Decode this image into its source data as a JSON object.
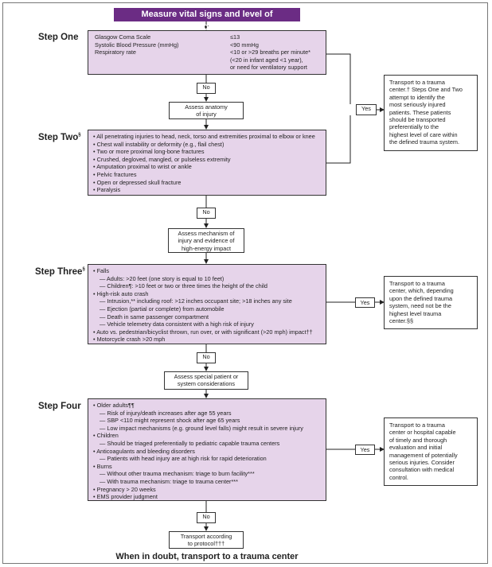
{
  "header": "Measure vital signs and level of consciousness",
  "steps": {
    "one": "Step One",
    "two": "Step Two",
    "two_sup": "§",
    "three": "Step Three",
    "three_sup": "§",
    "four": "Step Four"
  },
  "step_one": {
    "rows": [
      {
        "label": "Glasgow Coma Scale",
        "value": "≤13"
      },
      {
        "label": "Systolic Blood Pressure (mmHg)",
        "value": "<90 mmHg"
      },
      {
        "label": "Respiratory rate",
        "value": "<10 or >29 breaths per minute*"
      }
    ],
    "resp_line2": "(<20 in infant aged <1 year),",
    "resp_line3": "or need for ventilatory support"
  },
  "labels": {
    "no": "No",
    "yes": "Yes"
  },
  "assess_anatomy": [
    "Assess anatomy",
    "of injury"
  ],
  "step_two": [
    "All penetrating injuries to head, neck, torso and extremities proximal to elbow or knee",
    "Chest wall instability or deformity (e.g., flail chest)",
    "Two or more proximal long-bone fractures",
    "Crushed, degloved, mangled, or pulseless extremity",
    "Amputation proximal to wrist or ankle",
    "Pelvic fractures",
    "Open or depressed skull fracture",
    "Paralysis"
  ],
  "assess_mechanism": [
    "Assess mechanism of",
    "injury and evidence of",
    "high-energy impact"
  ],
  "step_three": {
    "falls": "Falls",
    "falls_sub": [
      "Adults: >20 feet (one story is equal to 10 feet)",
      "Children¶: >10 feet or two or three times the height of the child"
    ],
    "auto": "High-risk auto crash",
    "auto_sub": [
      "Intrusion,** including roof: >12 inches occupant site; >18 inches any site",
      "Ejection (partial or complete) from automobile",
      "Death in same passenger compartment",
      "Vehicle telemetry data consistent with a high risk of injury"
    ],
    "pedestrian": "Auto vs. pedestrian/bicyclist thrown, run over, or with significant (>20 mph) impact††",
    "motorcycle": "Motorcycle crash >20 mph"
  },
  "assess_special": [
    "Assess special patient or",
    "system considerations"
  ],
  "step_four": {
    "older": "Older adults¶¶",
    "older_sub": [
      "Risk of injury/death increases after age 55 years",
      "SBP <110 might represent shock after age 65 years",
      "Low impact mechanisms (e.g. ground level falls) might result in severe injury"
    ],
    "children": "Children",
    "children_sub": [
      "Should be triaged preferentially to pediatric capable trauma centers"
    ],
    "anticoag": "Anticoagulants and bleeding disorders",
    "anticoag_sub": [
      "Patients with head injury are at high risk for rapid deterioration"
    ],
    "burns": "Burns",
    "burns_sub": [
      "Without other trauma mechanism: triage to burn facility***",
      "With trauma mechanism: triage to trauma center***"
    ],
    "pregnancy": "Pregnancy > 20 weeks",
    "ems": "EMS provider judgment"
  },
  "transport_protocol": [
    "Transport according",
    "to protocol†††"
  ],
  "outcomes": {
    "one_two": [
      "Transport to a trauma",
      "center.† Steps One and Two",
      "attempt to identify the",
      "most seriously injured",
      "patients. These patients",
      "should be transported",
      "preferentially to the",
      "highest level of care within",
      "the defined trauma system."
    ],
    "three": [
      "Transport to a trauma",
      "center, which, depending",
      "upon the defined trauma",
      "system, need not be the",
      "highest level trauma",
      "center.§§"
    ],
    "four": [
      "Transport to a trauma",
      "center or hospital capable",
      "of timely and thorough",
      "evaluation and initial",
      "management of potentially",
      "serious injuries. Consider",
      "consultation with medical",
      "control."
    ]
  },
  "footer": "When in doubt, transport to a trauma center"
}
